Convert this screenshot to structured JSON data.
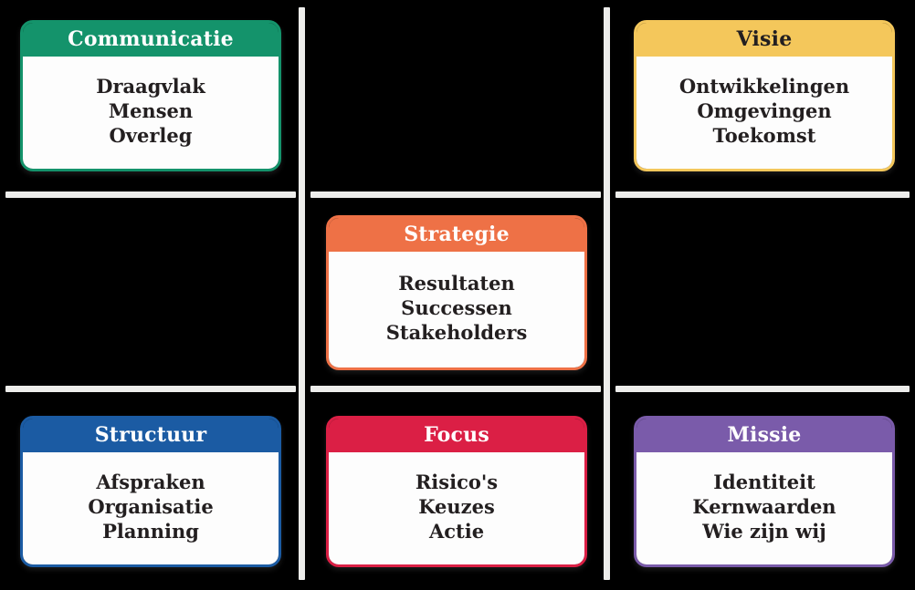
{
  "diagram": {
    "type": "six-cell-matrix",
    "background_color": "#000000",
    "divider_color": "#EDEDEB",
    "cards": [
      {
        "id": "communicatie",
        "title": "Communicatie",
        "title_color": "#FFFFFF",
        "accent_color": "#14936B",
        "position": "top-left",
        "lines": [
          "Draagvlak",
          "Mensen",
          "Overleg"
        ]
      },
      {
        "id": "visie",
        "title": "Visie",
        "title_color": "#231F20",
        "accent_color": "#F4C75B",
        "position": "top-right",
        "lines": [
          "Ontwikkelingen",
          "Omgevingen",
          "Toekomst"
        ]
      },
      {
        "id": "strategie",
        "title": "Strategie",
        "title_color": "#FFFFFF",
        "accent_color": "#EE7146",
        "position": "middle-center",
        "lines": [
          "Resultaten",
          "Successen",
          "Stakeholders"
        ]
      },
      {
        "id": "structuur",
        "title": "Structuur",
        "title_color": "#FFFFFF",
        "accent_color": "#1B5BA3",
        "position": "bottom-left",
        "lines": [
          "Afspraken",
          "Organisatie",
          "Planning"
        ]
      },
      {
        "id": "focus",
        "title": "Focus",
        "title_color": "#FFFFFF",
        "accent_color": "#DB1F45",
        "position": "bottom-center",
        "lines": [
          "Risico's",
          "Keuzes",
          "Actie"
        ]
      },
      {
        "id": "missie",
        "title": "Missie",
        "title_color": "#FFFFFF",
        "accent_color": "#7A5BAA",
        "position": "bottom-right",
        "lines": [
          "Identiteit",
          "Kernwaarden",
          "Wie zijn wij"
        ]
      }
    ]
  }
}
